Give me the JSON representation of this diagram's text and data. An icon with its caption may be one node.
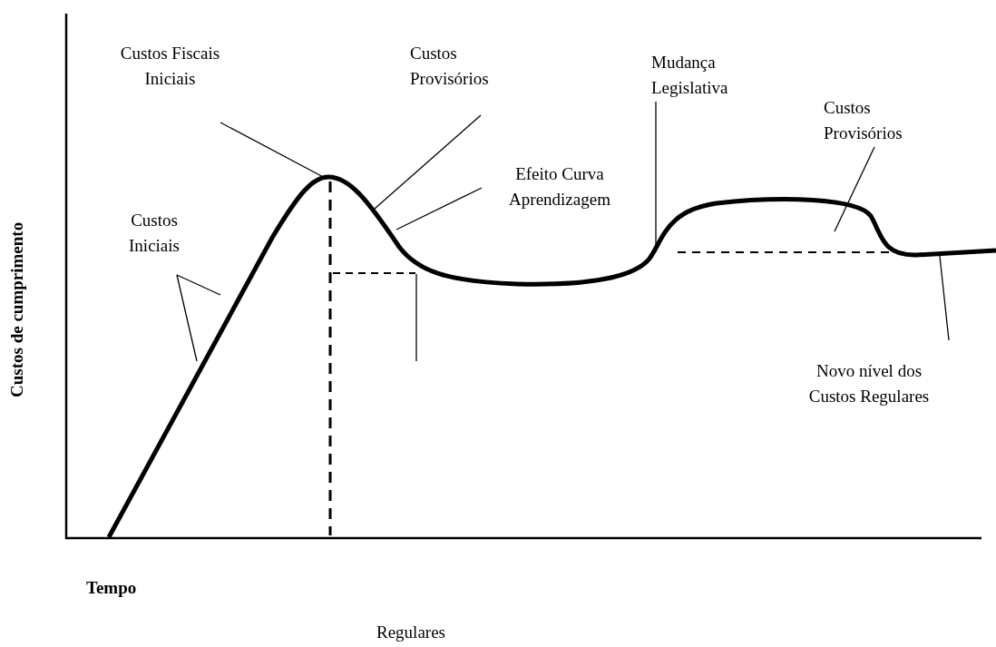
{
  "diagram": {
    "nodes": [
      {
        "text": [
          "Custos Fiscais Iniciais"
        ]
      },
      {
        "text": [
          "Custos Provisórios"
        ]
      },
      {
        "text": [
          "Efeito Curva Aprendizagem"
        ]
      },
      {
        "text": [
          "Custos Iniciais"
        ]
      },
      {
        "text": [
          "Mudança Legislativa"
        ]
      },
      {
        "text": [
          "Custos Provisórios"
        ]
      },
      {
        "text": [
          "Novo nível dos Custos Regulares"
        ]
      }
    ],
    "edges": [
      {
        "from": 0,
        "to": null,
        "arrow": "none"
      },
      {
        "from": 1,
        "to": null,
        "arrow": "none"
      },
      {
        "from": 2,
        "to": null,
        "arrow": "none"
      },
      {
        "from": 3,
        "to": null,
        "arrow": "none"
      },
      {
        "from": 3,
        "to": null,
        "arrow": "none"
      },
      {
        "from": 4,
        "to": null,
        "arrow": "none"
      },
      {
        "from": 5,
        "to": null,
        "arrow": "none"
      },
      {
        "from": 6,
        "to": null,
        "arrow": "none"
      }
    ],
    "labels": [
      "Custos de cumprimento",
      "Tempo",
      "Regulares"
    ]
  }
}
